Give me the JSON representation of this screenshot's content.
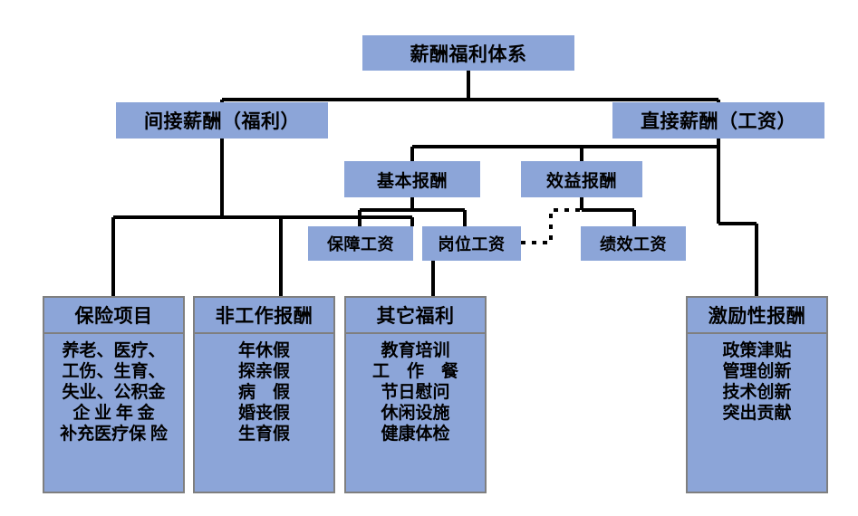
{
  "diagram": {
    "title": "薪酬福利体系",
    "colors": {
      "box_fill": "#8CA5D8",
      "box_border": "#7F7F7F",
      "connector": "#000000",
      "background": "#FFFFFF"
    },
    "root": {
      "label": "薪酬福利体系"
    },
    "level2": [
      {
        "label": "间接薪酬（福利）"
      },
      {
        "label": "直接薪酬（工资）"
      }
    ],
    "level3": [
      {
        "label": "基本报酬"
      },
      {
        "label": "效益报酬"
      }
    ],
    "level4": [
      {
        "label": "保障工资"
      },
      {
        "label": "岗位工资"
      },
      {
        "label": "绩效工资"
      }
    ],
    "panels": [
      {
        "header": "保险项目",
        "items": [
          "养老、医疗、",
          "工伤、生育、",
          "失业、公积金",
          "企 业 年 金",
          "补充医疗保 险"
        ]
      },
      {
        "header": "非工作报酬",
        "items": [
          "年休假",
          "探亲假",
          "病　假",
          "婚丧假",
          "生育假"
        ]
      },
      {
        "header": "其它福利",
        "items": [
          "教育培训",
          "工　作　餐",
          "节日慰问",
          "休闲设施",
          "健康体检"
        ]
      },
      {
        "header": "激励性报酬",
        "items": [
          "政策津贴",
          "管理创新",
          "技术创新",
          "突出贡献"
        ]
      }
    ]
  }
}
